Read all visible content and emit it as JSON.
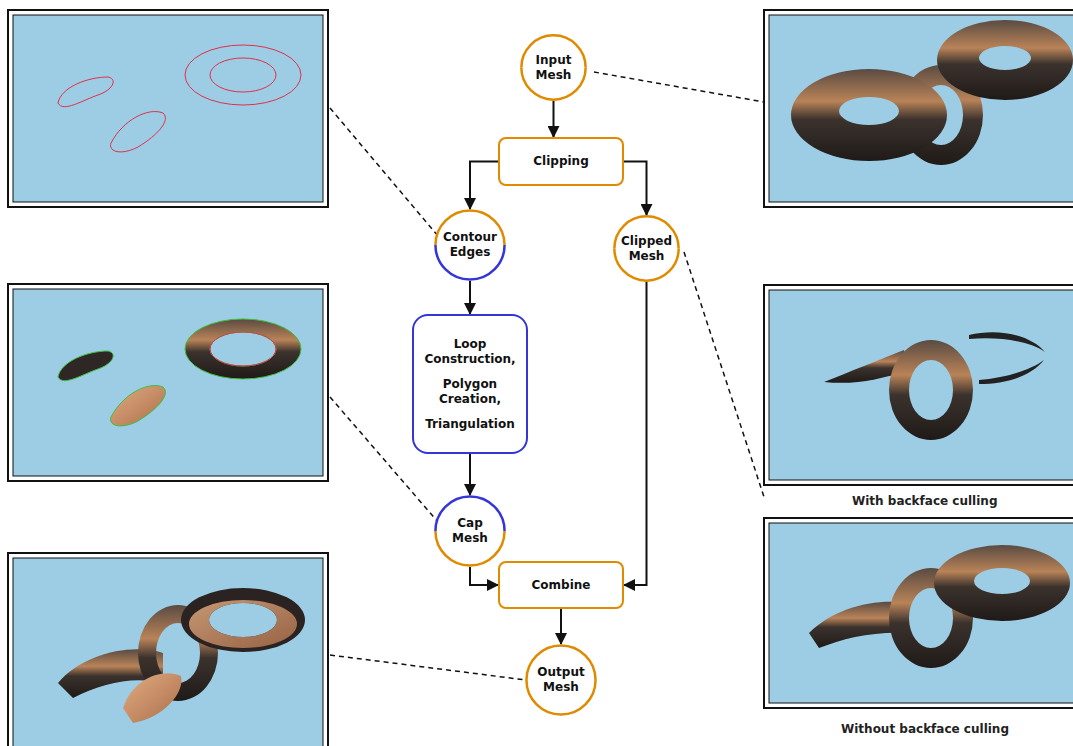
{
  "diagram": {
    "nodes": [
      {
        "text": [
          "Input Mesh"
        ]
      },
      {
        "text": [
          "Clipping"
        ]
      },
      {
        "text": [
          "Contour Edges"
        ]
      },
      {
        "text": [
          "Clipped Mesh"
        ]
      },
      {
        "text": [
          "Loop Construction,",
          "Polygon Creation,",
          "Triangulation"
        ]
      },
      {
        "text": [
          "Cap Mesh"
        ]
      },
      {
        "text": [
          "Combine"
        ]
      },
      {
        "text": [
          "Output Mesh"
        ]
      }
    ],
    "edges": [
      {
        "from": 0,
        "to": 1,
        "arrow": "to"
      },
      {
        "from": 1,
        "to": 2,
        "arrow": "to"
      },
      {
        "from": 1,
        "to": 3,
        "arrow": "to"
      },
      {
        "from": 2,
        "to": 4,
        "arrow": "to"
      },
      {
        "from": 4,
        "to": 5,
        "arrow": "to"
      },
      {
        "from": 5,
        "to": 6,
        "arrow": "to"
      },
      {
        "from": 3,
        "to": 6,
        "arrow": "to"
      },
      {
        "from": 6,
        "to": 7,
        "arrow": "to"
      }
    ],
    "labels": [
      "With backface culling",
      "Without backface culling"
    ]
  }
}
